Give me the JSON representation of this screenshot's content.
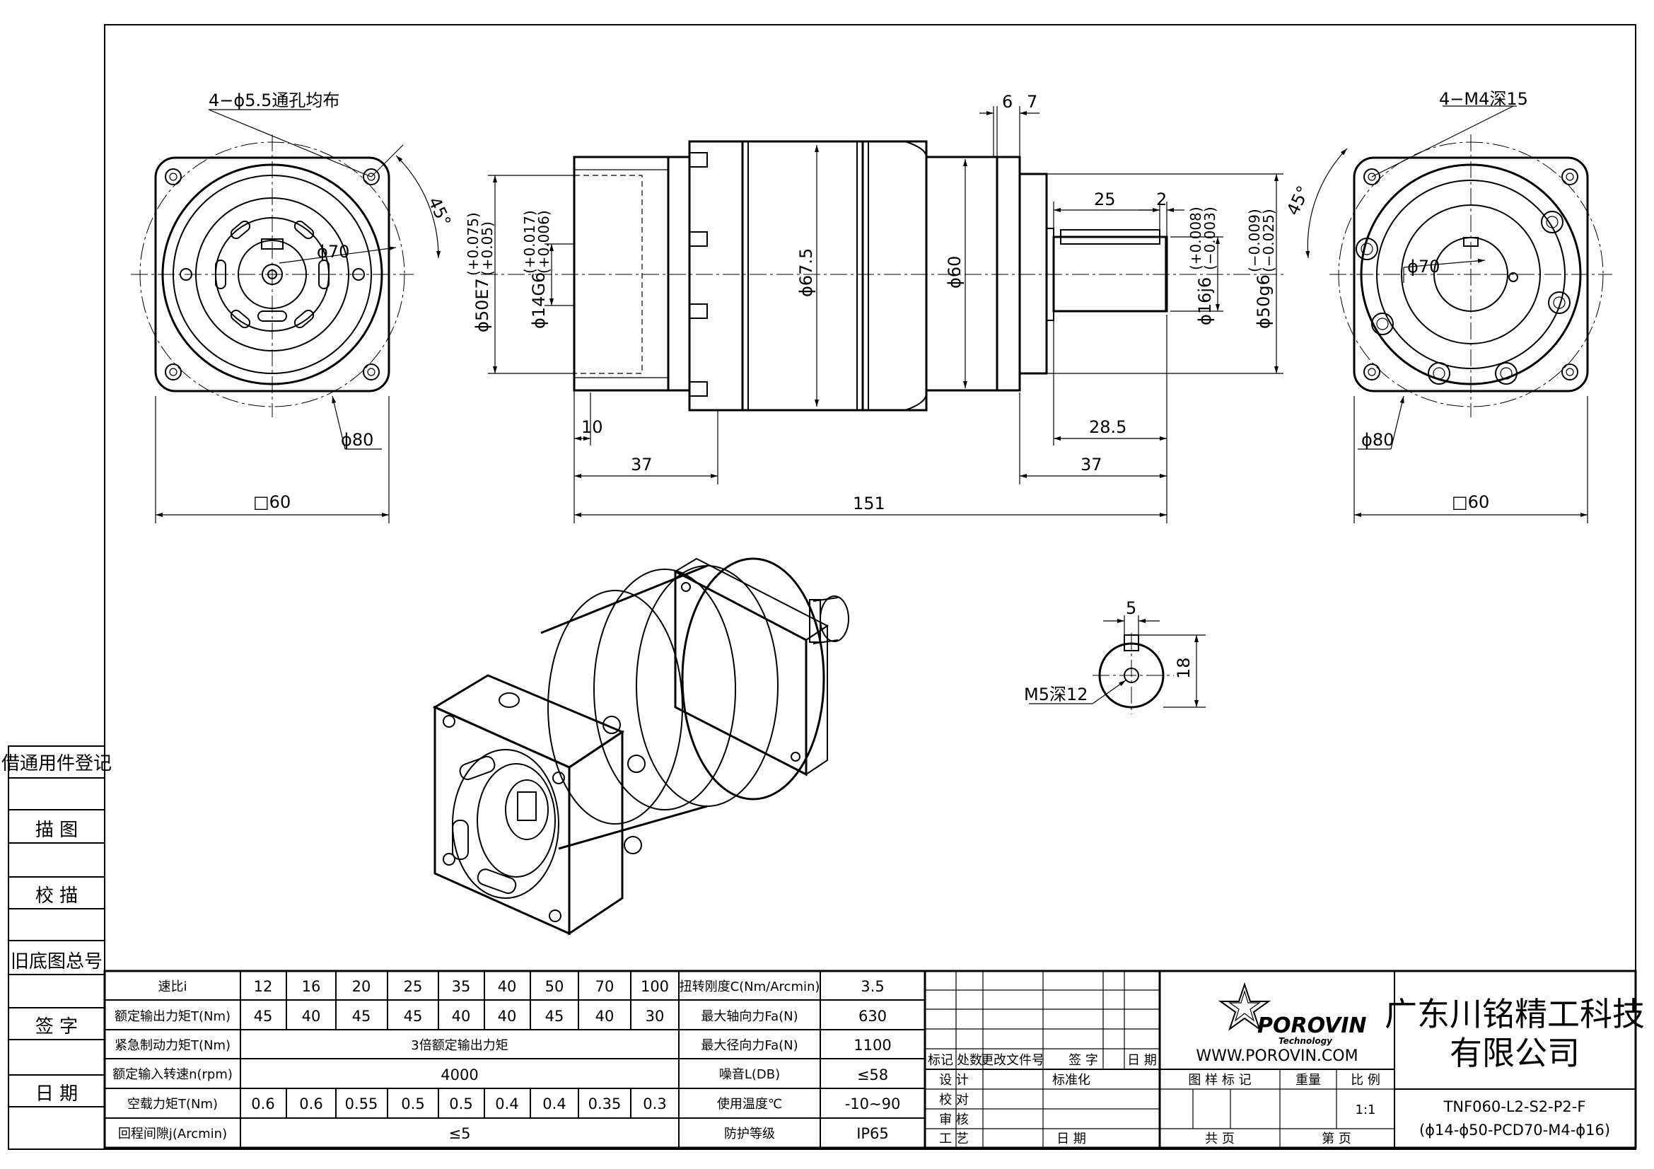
{
  "front_left_view": {
    "hole_note": "4−ϕ5.5通孔均布",
    "angle": "45°",
    "pcd": "ϕ70",
    "outer_dia": "ϕ80",
    "square": "□60"
  },
  "side_view": {
    "dims_top": [
      "6",
      "7"
    ],
    "key_length": "25",
    "key_offset": "2",
    "d_body": "ϕ67.5",
    "d_neck": "ϕ60",
    "d_spigot_in": "ϕ50E7",
    "d_spigot_in_tol": [
      "(+0.075)",
      "(+0.05)"
    ],
    "d_bore": "ϕ14G6",
    "d_bore_tol": [
      "(+0.017)",
      "(+0.006)"
    ],
    "d_shaft": "ϕ16j6",
    "d_shaft_tol": [
      "(+0.008)",
      "(−0.003)"
    ],
    "d_spigot_out": "ϕ50g6",
    "d_spigot_out_tol": [
      "(−0.009)",
      "(−0.025)"
    ],
    "len_10": "10",
    "len_37_in": "37",
    "len_28_5": "28.5",
    "len_37_out": "37",
    "total": "151"
  },
  "front_right_view": {
    "thread_note": "4−M4深15",
    "angle": "45°",
    "pcd": "ϕ70",
    "outer_dia": "ϕ80",
    "square": "□60"
  },
  "key_section": {
    "width": "5",
    "height": "18",
    "thread": "M5深12"
  },
  "side_labels": [
    "借通用件登记",
    "描 图",
    "校 描",
    "旧底图总号",
    "签 字",
    "日 期"
  ],
  "spec_table": {
    "ratio_label": "速比i",
    "ratios": [
      "12",
      "16",
      "20",
      "25",
      "35",
      "40",
      "50",
      "70",
      "100"
    ],
    "rows": [
      {
        "label": "额定输出力矩T(Nm)",
        "values": [
          "45",
          "40",
          "45",
          "45",
          "40",
          "40",
          "45",
          "40",
          "30"
        ]
      },
      {
        "label": "紧急制动力矩T(Nm)",
        "merged": "3倍额定输出力矩"
      },
      {
        "label": "额定输入转速n(rpm)",
        "merged": "4000"
      },
      {
        "label": "空载力矩T(Nm)",
        "values": [
          "0.6",
          "0.6",
          "0.55",
          "0.5",
          "0.5",
          "0.4",
          "0.4",
          "0.35",
          "0.3"
        ]
      },
      {
        "label": "回程间隙j(Arcmin)",
        "merged": "≤5"
      }
    ],
    "right_rows": [
      {
        "label": "扭转刚度C(Nm/Arcmin)",
        "value": "3.5"
      },
      {
        "label": "最大轴向力Fa(N)",
        "value": "630"
      },
      {
        "label": "最大径向力Fa(N)",
        "value": "1100"
      },
      {
        "label": "噪音L(DB)",
        "value": "≤58"
      },
      {
        "label": "使用温度℃",
        "value": "-10∼90"
      },
      {
        "label": "防护等级",
        "value": "IP65"
      }
    ]
  },
  "revision_block": {
    "headers": [
      "标记",
      "处数",
      "更改文件号",
      "签 字",
      "日 期"
    ],
    "roles": [
      "设 计",
      "校 对",
      "审 核",
      "工 艺"
    ],
    "standardize": "标准化",
    "date": "日 期"
  },
  "title_block": {
    "logo_text": "POROVIN",
    "logo_sub": "Technology",
    "website": "WWW.POROVIN.COM",
    "company_line1": "广东川铭精工科技",
    "company_line2": "有限公司",
    "mark_headers": [
      "图 样 标 记",
      "重量",
      "比 例"
    ],
    "scale": "1:1",
    "sheets_total": "共 页",
    "sheet_no": "第 页",
    "model_line1": "TNF060-L2-S2-P2-F",
    "model_line2": "(ϕ14-ϕ50-PCD70-M4-ϕ16)"
  }
}
